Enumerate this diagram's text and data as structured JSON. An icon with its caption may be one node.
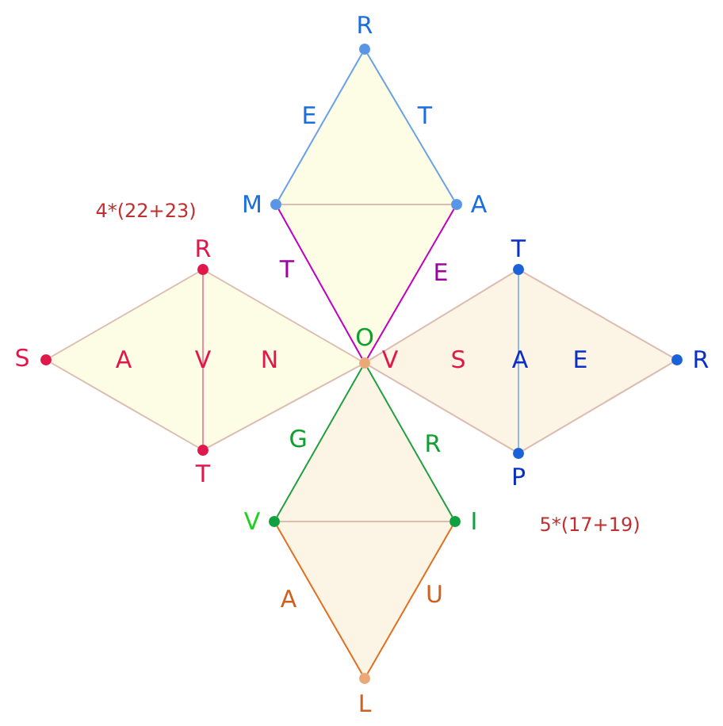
{
  "diagram": {
    "nodes": [
      {
        "text": [
          "R"
        ]
      },
      {
        "text": [
          "M"
        ]
      },
      {
        "text": [
          "A"
        ]
      },
      {
        "text": [
          "R"
        ]
      },
      {
        "text": [
          "T"
        ]
      },
      {
        "text": [
          "S"
        ]
      },
      {
        "text": [
          "O"
        ]
      },
      {
        "text": [
          "R"
        ]
      },
      {
        "text": [
          "T"
        ]
      },
      {
        "text": [
          "P"
        ]
      },
      {
        "text": [
          "V"
        ]
      },
      {
        "text": [
          "I"
        ]
      },
      {
        "text": [
          "L"
        ]
      }
    ],
    "edges": [
      {
        "from": 0,
        "to": 1,
        "arrow": "none",
        "label": "E",
        "color": "#6aa0e8"
      },
      {
        "from": 0,
        "to": 2,
        "arrow": "none",
        "label": "T",
        "color": "#6aa0e8"
      },
      {
        "from": 1,
        "to": 2,
        "arrow": "none"
      },
      {
        "from": 1,
        "to": 6,
        "arrow": "none",
        "label": "T",
        "color": "#c000c0"
      },
      {
        "from": 2,
        "to": 6,
        "arrow": "none",
        "label": "E",
        "color": "#c000c0"
      },
      {
        "from": 5,
        "to": 3,
        "arrow": "none"
      },
      {
        "from": 3,
        "to": 6,
        "arrow": "none"
      },
      {
        "from": 5,
        "to": 8,
        "arrow": "none"
      },
      {
        "from": 8,
        "to": 6,
        "arrow": "none"
      },
      {
        "from": 3,
        "to": 8,
        "arrow": "none",
        "label": "V",
        "color": "#f08aa0"
      },
      {
        "from": 6,
        "to": 4,
        "arrow": "none"
      },
      {
        "from": 4,
        "to": 7,
        "arrow": "none"
      },
      {
        "from": 6,
        "to": 9,
        "arrow": "none"
      },
      {
        "from": 9,
        "to": 7,
        "arrow": "none"
      },
      {
        "from": 4,
        "to": 9,
        "arrow": "none",
        "label": "A",
        "color": "#90b8e8"
      },
      {
        "from": 6,
        "to": 10,
        "arrow": "none",
        "label": "G",
        "color": "#20a040"
      },
      {
        "from": 6,
        "to": 11,
        "arrow": "none",
        "label": "R",
        "color": "#20a040"
      },
      {
        "from": 10,
        "to": 11,
        "arrow": "none"
      },
      {
        "from": 10,
        "to": 12,
        "arrow": "none",
        "label": "A",
        "color": "#e07020"
      },
      {
        "from": 11,
        "to": 12,
        "arrow": "none",
        "label": "U",
        "color": "#e07020"
      }
    ],
    "labels": [
      "4*(22+23)",
      "A",
      "N",
      "V",
      "S",
      "E",
      "5*(17+19)"
    ]
  }
}
